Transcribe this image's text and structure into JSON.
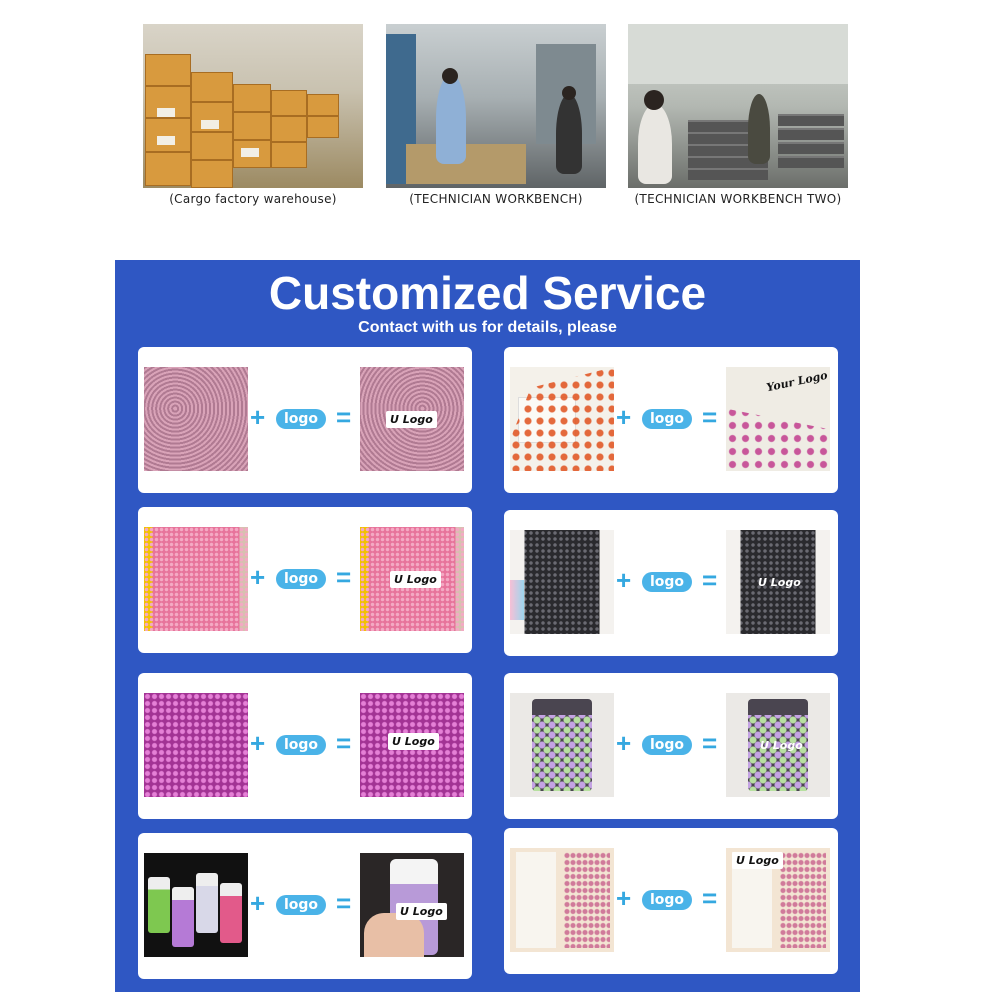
{
  "photos": [
    {
      "caption": "(Cargo factory warehouse)"
    },
    {
      "caption": "(TECHNICIAN WORKBENCH)"
    },
    {
      "caption": "(TECHNICIAN WORKBENCH TWO)"
    }
  ],
  "panel": {
    "title": "Customized Service",
    "subtitle": "Contact with us for details, please"
  },
  "operator_plus": "+",
  "operator_equals": "=",
  "logo_label": "logo",
  "u_logo_text": "U Logo",
  "your_logo_text": "Your Logo",
  "colors": {
    "panel_blue": "#2f57c3",
    "pill_blue": "#4ab3e8",
    "operator_blue": "#35a8e0"
  }
}
